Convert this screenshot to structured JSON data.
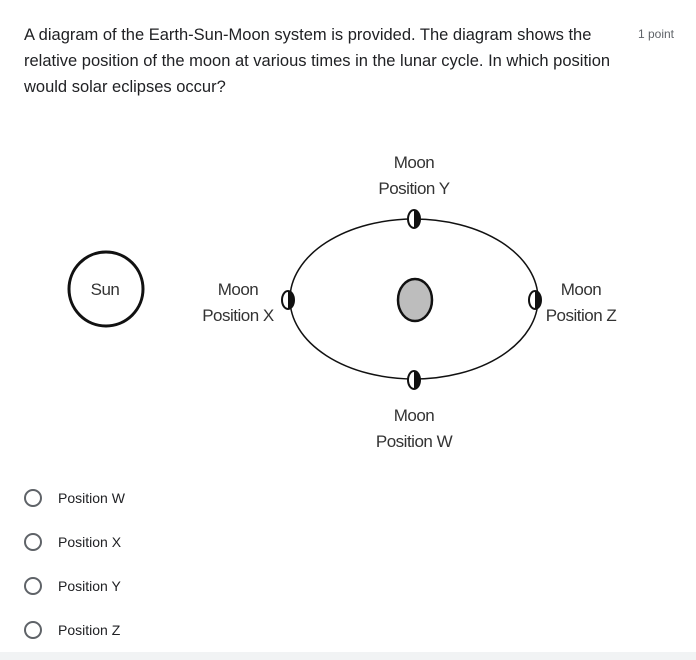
{
  "question": {
    "text": "A diagram of the Earth-Sun-Moon system is provided. The diagram shows the relative position of the moon at various times in the lunar cycle. In which position would solar eclipses occur?",
    "points": "1 point"
  },
  "diagram": {
    "sun_label": "Sun",
    "labels": {
      "y": [
        "Moon",
        "Position Y"
      ],
      "x": [
        "Moon",
        "Position X"
      ],
      "z": [
        "Moon",
        "Position Z"
      ],
      "w": [
        "Moon",
        "Position W"
      ]
    }
  },
  "options": [
    {
      "label": "Position W"
    },
    {
      "label": "Position X"
    },
    {
      "label": "Position Y"
    },
    {
      "label": "Position Z"
    }
  ]
}
